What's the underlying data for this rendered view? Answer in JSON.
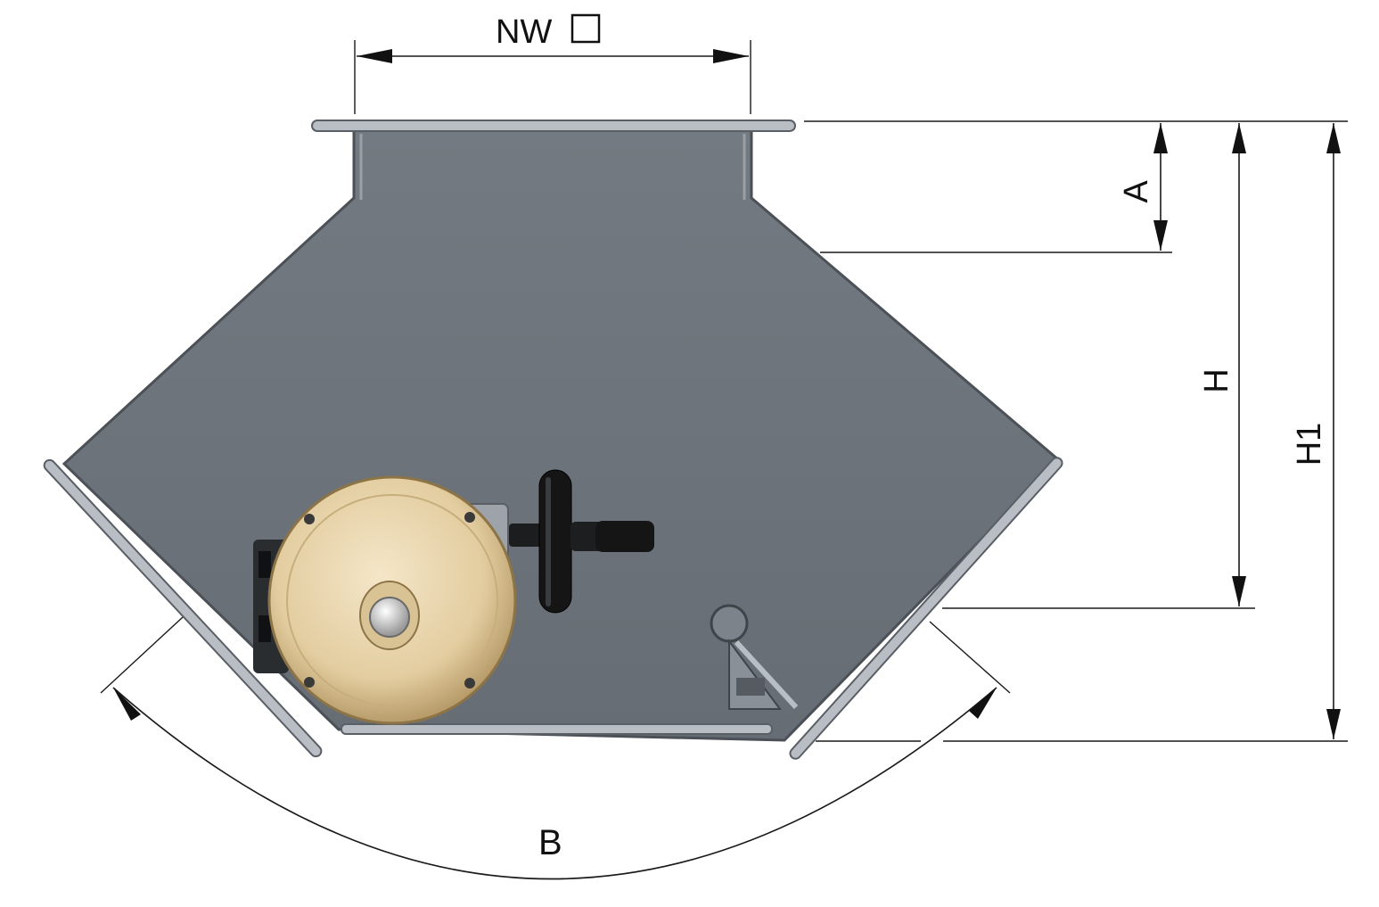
{
  "labels": {
    "nominal_width": "NW",
    "dim_a": "A",
    "dim_h": "H",
    "dim_h1": "H1",
    "dim_b": "B"
  },
  "colors": {
    "body": "#6f767d",
    "body_edge": "#4c5157",
    "flange": "#b9bec4",
    "actuator_cover": "#e6d2a8",
    "actuator_shadow": "#b89c6a",
    "handwheel": "#151515",
    "dimension_lines": "#1a1a1a"
  },
  "icons": {
    "square_symbol": "square-outline"
  }
}
